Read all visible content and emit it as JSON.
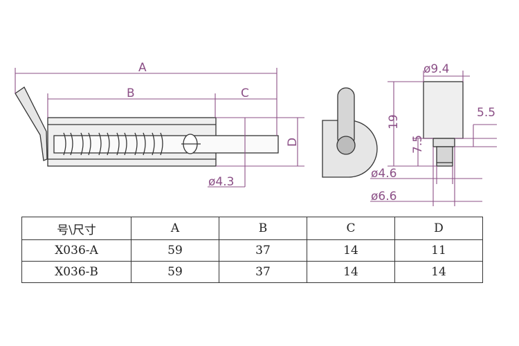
{
  "dimensions": {
    "A": "A",
    "B": "B",
    "C": "C",
    "D": "D",
    "phi43": "ø4.3",
    "phi94": "ø9.4",
    "h19": "19",
    "h75": "7.5",
    "h55": "5.5",
    "phi46": "ø4.6",
    "phi66": "ø6.6"
  },
  "table": {
    "headers": [
      "号\\尺寸",
      "A",
      "B",
      "C",
      "D"
    ],
    "rows": [
      [
        "X036-A",
        "59",
        "37",
        "14",
        "11"
      ],
      [
        "X036-B",
        "59",
        "37",
        "14",
        "14"
      ]
    ]
  },
  "colors": {
    "dimension": "#8b4f86",
    "outline": "#333333",
    "fill": "#d9d9d9"
  }
}
